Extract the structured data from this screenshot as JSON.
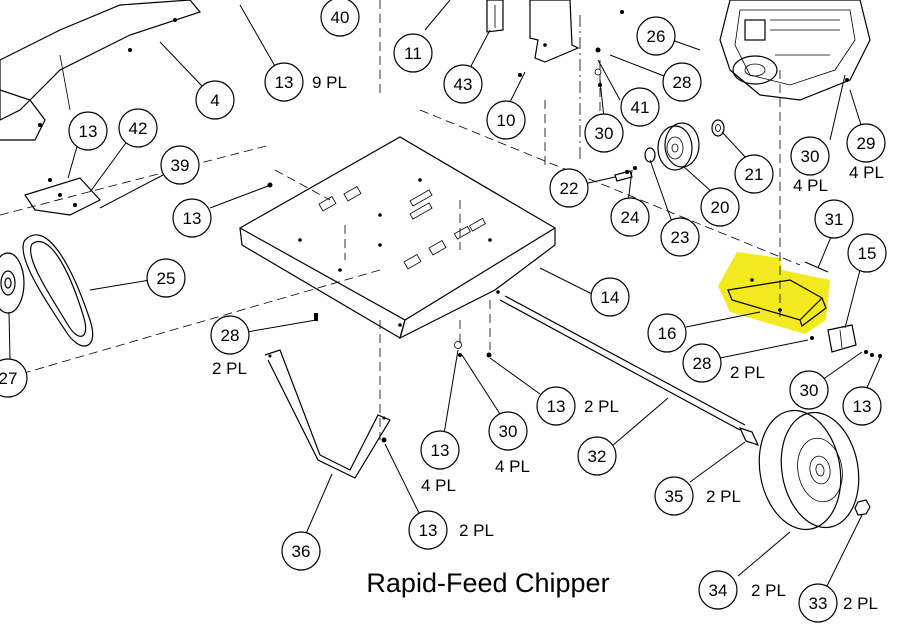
{
  "diagram": {
    "title": "Rapid-Feed Chipper",
    "highlight_color": "#f2ea1f",
    "highlighted_part": "16",
    "callouts": [
      {
        "id": "c40",
        "num": "40",
        "qty": ""
      },
      {
        "id": "c13a",
        "num": "13",
        "qty": "9 PL"
      },
      {
        "id": "c4",
        "num": "4",
        "qty": ""
      },
      {
        "id": "c11",
        "num": "11",
        "qty": ""
      },
      {
        "id": "c43",
        "num": "43",
        "qty": ""
      },
      {
        "id": "c10",
        "num": "10",
        "qty": ""
      },
      {
        "id": "c26",
        "num": "26",
        "qty": ""
      },
      {
        "id": "c28a",
        "num": "28",
        "qty": ""
      },
      {
        "id": "c41",
        "num": "41",
        "qty": ""
      },
      {
        "id": "c30a",
        "num": "30",
        "qty": ""
      },
      {
        "id": "c30b",
        "num": "30",
        "qty": "4 PL"
      },
      {
        "id": "c29",
        "num": "29",
        "qty": "4 PL"
      },
      {
        "id": "c21",
        "num": "21",
        "qty": ""
      },
      {
        "id": "c13b",
        "num": "13",
        "qty": ""
      },
      {
        "id": "c42",
        "num": "42",
        "qty": ""
      },
      {
        "id": "c39",
        "num": "39",
        "qty": ""
      },
      {
        "id": "c13c",
        "num": "13",
        "qty": ""
      },
      {
        "id": "c22",
        "num": "22",
        "qty": ""
      },
      {
        "id": "c24",
        "num": "24",
        "qty": ""
      },
      {
        "id": "c23",
        "num": "23",
        "qty": ""
      },
      {
        "id": "c20",
        "num": "20",
        "qty": ""
      },
      {
        "id": "c31",
        "num": "31",
        "qty": ""
      },
      {
        "id": "c15",
        "num": "15",
        "qty": ""
      },
      {
        "id": "c25",
        "num": "25",
        "qty": ""
      },
      {
        "id": "c14",
        "num": "14",
        "qty": ""
      },
      {
        "id": "c16",
        "num": "16",
        "qty": ""
      },
      {
        "id": "c28b",
        "num": "28",
        "qty": "2 PL"
      },
      {
        "id": "c28c",
        "num": "28",
        "qty": "2 PL"
      },
      {
        "id": "c30c",
        "num": "30",
        "qty": ""
      },
      {
        "id": "c13d",
        "num": "13",
        "qty": ""
      },
      {
        "id": "c27",
        "num": "27",
        "qty": ""
      },
      {
        "id": "c13e",
        "num": "13",
        "qty": "2 PL"
      },
      {
        "id": "c30d",
        "num": "30",
        "qty": "4 PL"
      },
      {
        "id": "c13f",
        "num": "13",
        "qty": "4 PL"
      },
      {
        "id": "c32",
        "num": "32",
        "qty": ""
      },
      {
        "id": "c35",
        "num": "35",
        "qty": "2 PL"
      },
      {
        "id": "c13g",
        "num": "13",
        "qty": "2 PL"
      },
      {
        "id": "c36",
        "num": "36",
        "qty": ""
      },
      {
        "id": "c34",
        "num": "34",
        "qty": "2 PL"
      },
      {
        "id": "c33",
        "num": "33",
        "qty": "2 PL"
      }
    ]
  }
}
